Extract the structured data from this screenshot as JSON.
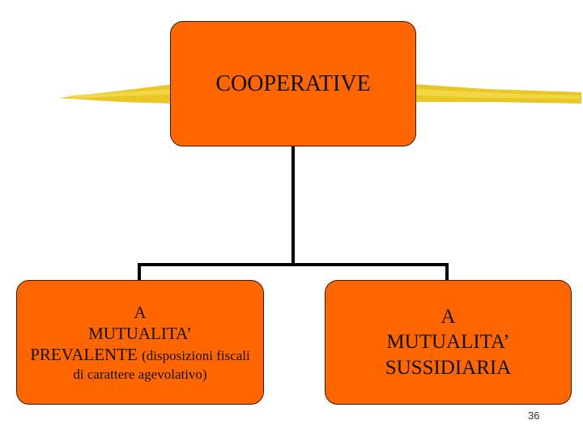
{
  "diagram": {
    "root": {
      "label": "COOPERATIVE"
    },
    "children": [
      {
        "line1": "A",
        "line2": "MUTUALITA’",
        "line3_main": "PREVALENTE",
        "line3_note": "(disposizioni fiscali",
        "line4_note": "di carattere agevolativo)"
      },
      {
        "line1": "A",
        "line2": "MUTUALITA’",
        "line3": "SUSSIDIARIA"
      }
    ]
  },
  "page_number": "36",
  "colors": {
    "box_fill": "#ff6600",
    "highlighter": "#e8c21a",
    "connector": "#000000"
  }
}
